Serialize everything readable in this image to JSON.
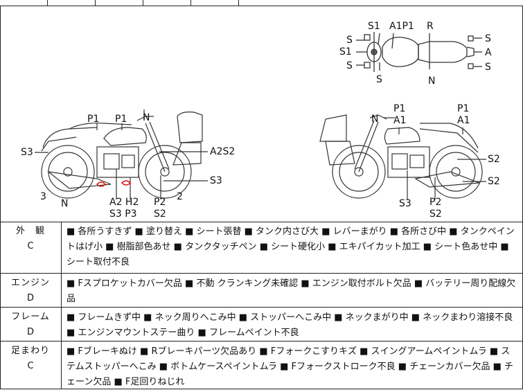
{
  "top_view": {
    "labels": {
      "s1_top": "S1",
      "a1p1": "A1P1",
      "r": "R",
      "s_left_top": "S",
      "s1_left": "S1",
      "s_left_bot": "S",
      "s_below": "S",
      "n_below": "N",
      "s_right_top": "S",
      "a_right": "A",
      "s_right_bot": "S"
    }
  },
  "left_view": {
    "labels": {
      "p1_a": "P1",
      "p1_b": "P1",
      "n_top": "N",
      "s3": "S3",
      "a2s2": "A2S2",
      "s3_right": "S3",
      "num3": "3",
      "n_bottom": "N",
      "a2h2": "A2 H2",
      "s3p3": "S3 P3",
      "p2": "P2",
      "s2": "S2",
      "num2": "2"
    }
  },
  "right_view": {
    "labels": {
      "p1_a": "P1",
      "a1_a": "A1",
      "n_top": "N",
      "p1_b": "P1",
      "a1_b": "A1",
      "s2_a": "S2",
      "s2_b": "S2",
      "s3": "S3",
      "p2": "P2",
      "s2_c": "S2"
    }
  },
  "condition_rows": [
    {
      "name": "外　観",
      "grade": "C",
      "items": "■ 各所うすきず ■ 塗り替え ■ シート張替 ■ タンク内さび大 ■ レバーまがり ■ 各所さび中 ■ タンクペイントはげ小 ■ 樹脂部色あせ ■ タンクタッチペン ■ シート硬化小 ■ エキパイカット加工 ■ シート色あせ中 ■ シート取付不良"
    },
    {
      "name": "エンジン",
      "grade": "D",
      "items": "■ Fスプロケットカバー欠品 ■ 不動 クランキング未確認 ■ エンジン取付ボルト欠品 ■ バッテリー周り配線欠品"
    },
    {
      "name": "フレーム",
      "grade": "D",
      "items": "■ フレームきず中 ■ ネック周りへこみ中 ■ ストッパーへこみ中 ■ ネックまがり中 ■ ネックまわり溶接不良 ■ エンジンマウントステー曲り ■ フレームペイント不良"
    },
    {
      "name": "足まわり",
      "grade": "C",
      "items": "■ Fブレーキぬけ ■ Rブレーキパーツ欠品あり ■ Fフォークこすりキズ ■ スイングアームペイントムラ ■ ステムストッパーへこみ ■ ボトムケースペイントムラ ■ Fフォークストローク不良 ■ チェーンカバー欠品 ■ チェーン欠品 ■ F足回りねじれ"
    }
  ]
}
